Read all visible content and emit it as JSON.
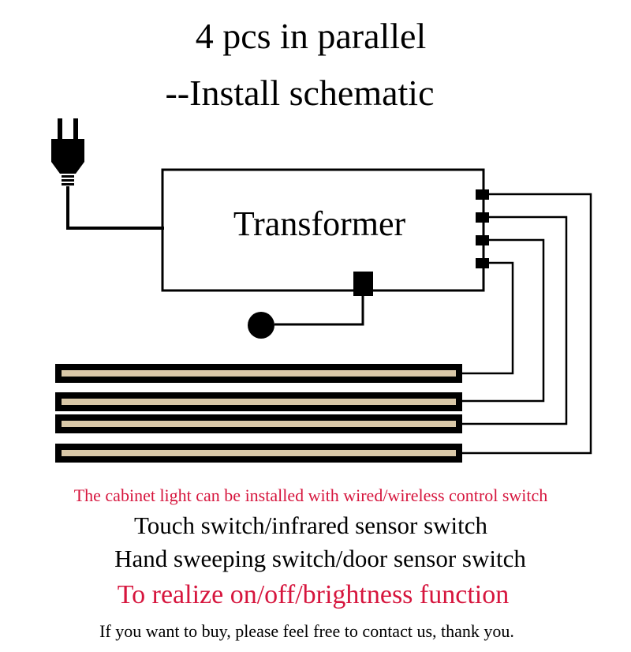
{
  "title": {
    "line1": "4 pcs in parallel",
    "line2": "--Install schematic"
  },
  "diagram": {
    "transformer_label": "Transformer",
    "strip_count": 4
  },
  "colors": {
    "red_text": "#d6153d",
    "strip_fill": "#d9c8a8"
  },
  "text": {
    "note": "The cabinet light can be installed with wired/wireless control switch",
    "line1": "Touch switch/infrared sensor switch",
    "line2": "Hand sweeping switch/door sensor switch",
    "line3": "To realize on/off/brightness function",
    "footer": "If you want to buy, please feel free to contact us, thank you."
  }
}
